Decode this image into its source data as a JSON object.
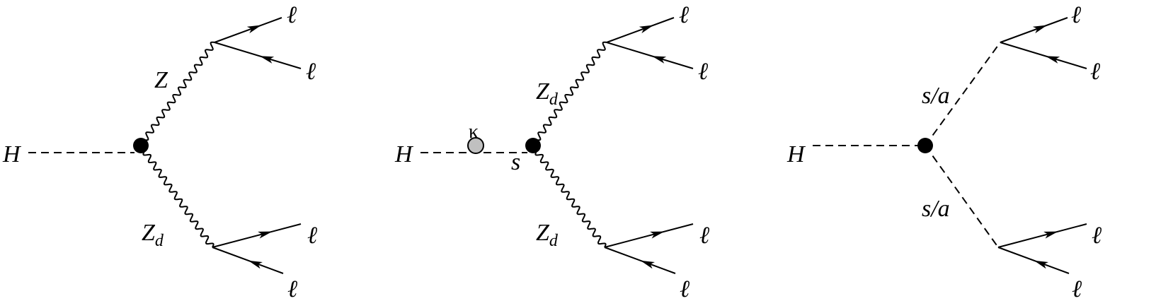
{
  "diagrams": [
    {
      "initial": "H",
      "upper_boson": "Z",
      "lower_boson": "Z",
      "lower_boson_sub": "d",
      "leptons": [
        "ℓ",
        "ℓ",
        "ℓ",
        "ℓ"
      ]
    },
    {
      "initial": "H",
      "mixing": "κ",
      "intermediate": "s",
      "upper_boson": "Z",
      "upper_boson_sub": "d",
      "lower_boson": "Z",
      "lower_boson_sub": "d",
      "leptons": [
        "ℓ",
        "ℓ",
        "ℓ",
        "ℓ"
      ]
    },
    {
      "initial": "H",
      "upper_boson": "s/a",
      "lower_boson": "s/a",
      "leptons": [
        "ℓ",
        "ℓ",
        "ℓ",
        "ℓ"
      ]
    }
  ],
  "colors": {
    "vertex": "#000000",
    "mixing_vertex": "#c0c0c0"
  }
}
